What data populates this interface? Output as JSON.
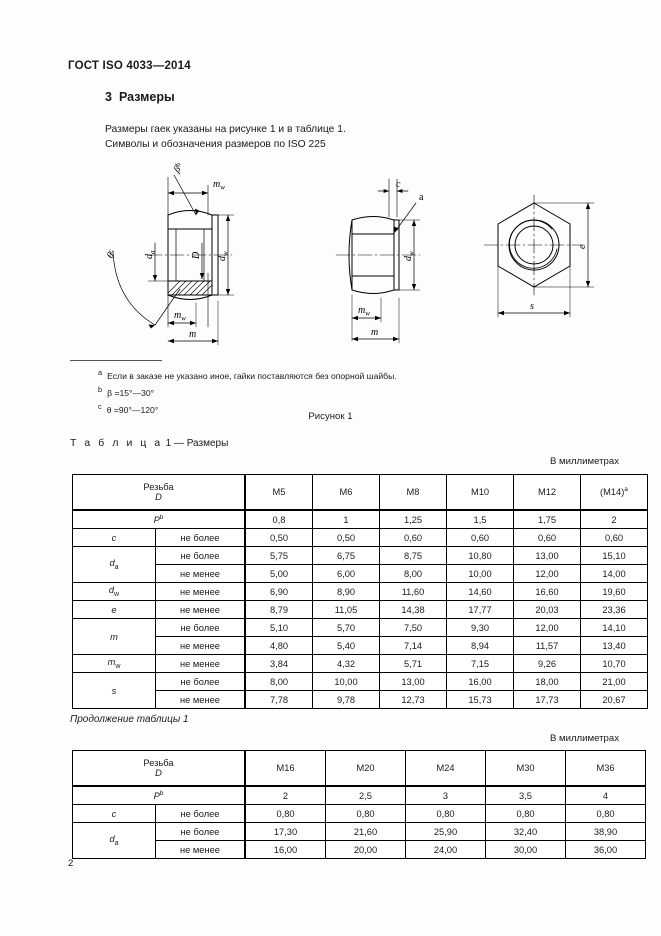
{
  "document": {
    "standard_header": "ГОСТ ISO 4033—2014",
    "page_number": "2"
  },
  "section": {
    "number": "3",
    "title": "Размеры",
    "paragraph_line1": "Размеры гаек указаны на рисунке 1 и в таблице 1.",
    "paragraph_line2": "Символы и обозначения размеров по ISO 225"
  },
  "figure": {
    "caption": "Рисунок 1",
    "footnotes": [
      {
        "marker": "a",
        "text": "Если в заказе не указано иное, гайки поставляются без опорной шайбы."
      },
      {
        "marker": "b",
        "text": "β =15°—30°"
      },
      {
        "marker": "c",
        "text": "θ =90°—120°"
      }
    ],
    "view1_labels": {
      "beta": "β",
      "beta_note": "b",
      "theta": "θ",
      "theta_note": "c",
      "mw_top": "m",
      "mw_top_sub": "w",
      "da": "d",
      "da_sub": "a",
      "d_major": "D",
      "dw": "d",
      "dw_sub": "w",
      "mw_bottom": "m",
      "mw_bottom_sub": "w",
      "m": "m"
    },
    "view2_labels": {
      "c": "c",
      "a": "a",
      "dw": "d",
      "dw_sub": "w",
      "mw": "m",
      "mw_sub": "w",
      "m": "m"
    },
    "view3_labels": {
      "e": "e",
      "s": "s"
    }
  },
  "table1": {
    "title_prefix": "Т а б л и ц а",
    "title_rest": "1 — Размеры",
    "units": "В миллиметрах",
    "header_label": "Резьба",
    "header_symbol": "D",
    "columns": [
      "M5",
      "M6",
      "M8",
      "M10",
      "M12",
      "(M14)"
    ],
    "column_last_note": "a",
    "rows": [
      {
        "symbol": "P",
        "symbol_note": "b",
        "sub": "",
        "qualifier": "",
        "merged": true,
        "values": [
          "0,8",
          "1",
          "1,25",
          "1,5",
          "1,75",
          "2"
        ]
      },
      {
        "symbol": "c",
        "sub": "",
        "qualifier": "не более",
        "rowspan": 1,
        "values": [
          "0,50",
          "0,50",
          "0,60",
          "0,60",
          "0,60",
          "0,60"
        ]
      },
      {
        "symbol": "d",
        "sub": "a",
        "qualifier": "не более",
        "rowspan": 2,
        "values": [
          "5,75",
          "6,75",
          "8,75",
          "10,80",
          "13,00",
          "15,10"
        ]
      },
      {
        "symbol": "",
        "sub": "",
        "qualifier": "не менее",
        "continued": true,
        "values": [
          "5,00",
          "6,00",
          "8,00",
          "10,00",
          "12,00",
          "14,00"
        ]
      },
      {
        "symbol": "d",
        "sub": "w",
        "qualifier": "не менее",
        "rowspan": 1,
        "values": [
          "6,90",
          "8,90",
          "11,60",
          "14,60",
          "16,60",
          "19,60"
        ]
      },
      {
        "symbol": "e",
        "sub": "",
        "qualifier": "не менее",
        "rowspan": 1,
        "values": [
          "8,79",
          "11,05",
          "14,38",
          "17,77",
          "20,03",
          "23,36"
        ]
      },
      {
        "symbol": "m",
        "sub": "",
        "qualifier": "не более",
        "rowspan": 2,
        "values": [
          "5,10",
          "5,70",
          "7,50",
          "9,30",
          "12,00",
          "14,10"
        ]
      },
      {
        "symbol": "",
        "sub": "",
        "qualifier": "не менее",
        "continued": true,
        "values": [
          "4,80",
          "5,40",
          "7,14",
          "8,94",
          "11,57",
          "13,40"
        ]
      },
      {
        "symbol": "m",
        "sub": "w",
        "qualifier": "не менее",
        "rowspan": 1,
        "values": [
          "3,84",
          "4,32",
          "5,71",
          "7,15",
          "9,26",
          "10,70"
        ]
      },
      {
        "symbol": "s",
        "sub": "",
        "qualifier": "не более",
        "rowspan": 2,
        "values": [
          "8,00",
          "10,00",
          "13,00",
          "16,00",
          "18,00",
          "21,00"
        ]
      },
      {
        "symbol": "",
        "sub": "",
        "qualifier": "не менее",
        "continued": true,
        "values": [
          "7,78",
          "9,78",
          "12,73",
          "15,73",
          "17,73",
          "20,67"
        ]
      }
    ]
  },
  "table2": {
    "title": "Продолжение таблицы 1",
    "units": "В миллиметрах",
    "header_label": "Резьба",
    "header_symbol": "D",
    "columns": [
      "M16",
      "M20",
      "M24",
      "M30",
      "M36"
    ],
    "rows": [
      {
        "symbol": "P",
        "symbol_note": "b",
        "sub": "",
        "qualifier": "",
        "merged": true,
        "values": [
          "2",
          "2,5",
          "3",
          "3,5",
          "4"
        ]
      },
      {
        "symbol": "c",
        "sub": "",
        "qualifier": "не более",
        "rowspan": 1,
        "values": [
          "0,80",
          "0,80",
          "0,80",
          "0,80",
          "0,80"
        ]
      },
      {
        "symbol": "d",
        "sub": "a",
        "qualifier": "не более",
        "rowspan": 2,
        "values": [
          "17,30",
          "21,60",
          "25,90",
          "32,40",
          "38,90"
        ]
      },
      {
        "symbol": "",
        "sub": "",
        "qualifier": "не менее",
        "continued": true,
        "values": [
          "16,00",
          "20,00",
          "24,00",
          "30,00",
          "36,00"
        ]
      }
    ]
  }
}
